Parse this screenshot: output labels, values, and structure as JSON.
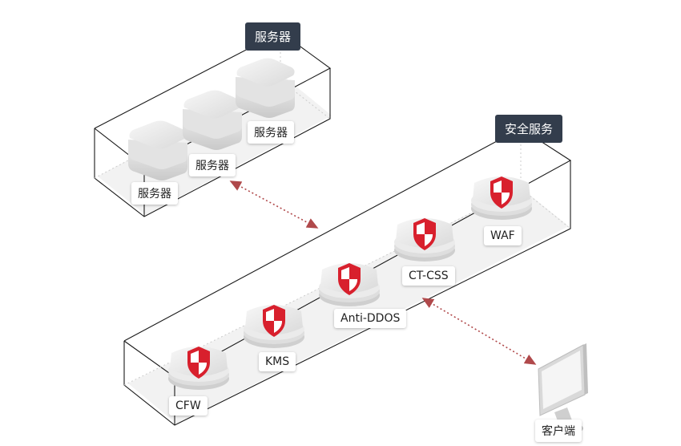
{
  "groups": {
    "server_group_tag": "服务器",
    "security_group_tag": "安全服务"
  },
  "servers": [
    {
      "label": "服务器"
    },
    {
      "label": "服务器"
    },
    {
      "label": "服务器"
    }
  ],
  "services": [
    {
      "label": "CFW"
    },
    {
      "label": "KMS"
    },
    {
      "label": "Anti-DDOS"
    },
    {
      "label": "CT-CSS"
    },
    {
      "label": "WAF"
    }
  ],
  "client": {
    "label": "客户端"
  },
  "colors": {
    "tag_bg": "#333d4c",
    "shield_red": "#d8202d",
    "arrow": "#b0494b",
    "outline": "#1a1a1a"
  }
}
